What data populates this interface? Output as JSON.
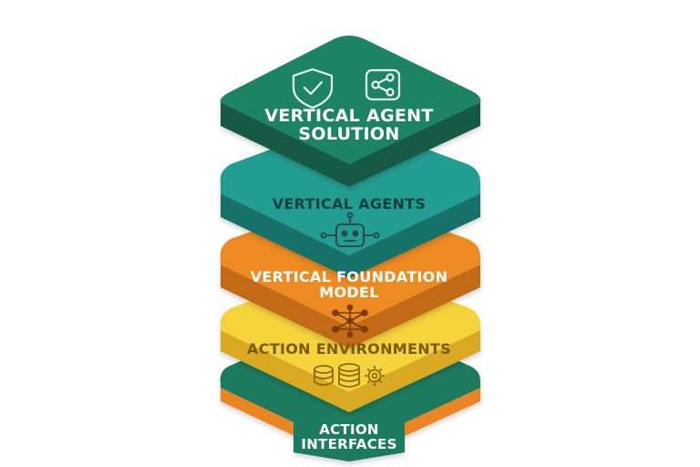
{
  "layers": [
    {
      "id": "vertical-agent-solution",
      "label": "VERTICAL AGENT\nSOLUTION",
      "top_color": "#1e8464",
      "side_color": "#135a44",
      "text_color": "#ffffff",
      "icons": [
        "shield-check-icon",
        "share-nodes-icon"
      ]
    },
    {
      "id": "vertical-agents",
      "label": "VERTICAL AGENTS",
      "top_color": "#239d92",
      "side_color": "#177269",
      "text_color": "#17403d",
      "icons": [
        "robot-icon"
      ]
    },
    {
      "id": "vertical-foundation-model",
      "label": "VERTICAL FOUNDATION\nMODEL",
      "top_color": "#ee8a22",
      "side_color": "#c26a14",
      "text_color": "#ffffff",
      "icons": [
        "neural-network-icon"
      ]
    },
    {
      "id": "action-environments",
      "label": "ACTION ENVIRONMENTS",
      "top_color": "#f5d33a",
      "side_color": "#d9a920",
      "text_color": "#7a5a08",
      "icons": [
        "database-icon",
        "database-icon",
        "gear-icon"
      ]
    },
    {
      "id": "action-interfaces",
      "label": "ACTION\nINTERFACES",
      "top_color": "#1a7a5e",
      "side_color": "#e98524",
      "text_color": "#ffffff",
      "icons": []
    }
  ],
  "icon_colors": {
    "light": "#e8f5ef",
    "dark": "#2c4a47",
    "orange_dark": "#7a3d08",
    "yellow_dark": "#8a6708"
  }
}
